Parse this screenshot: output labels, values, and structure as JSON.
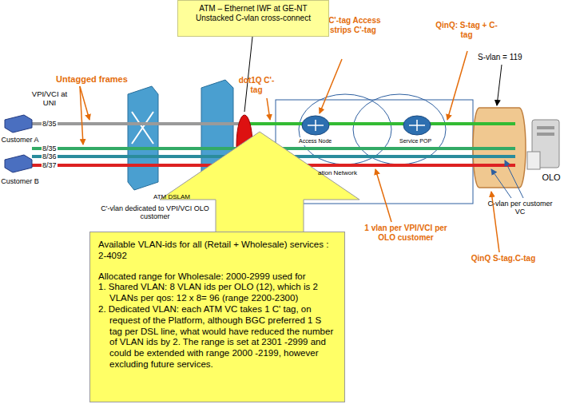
{
  "diagram": {
    "nodes": [
      {
        "text": [
          "ATM – Ethernet IWF at GE-NT Unstacked C-vlan cross-connect"
        ]
      },
      {
        "text": [
          "Available VLAN-ids for all (Retail + Wholesale) services : 2-4092",
          "Allocated range for Wholesale: 2000-2999 used for",
          "1. Shared VLAN:  8 VLAN ids per OLO (12), which is 2 VLANs per qos: 12 x 8= 96 (range 2200-2300)",
          "2. Dedicated VLAN: each ATM VC takes 1 C' tag, on request of the Platform, although BGC preferred 1 S tag per DSL line, what would have reduced the number of VLAN ids by 2. The range is set at 2301 -2999 and could be extended with range 2000 -2199, however excluding future services."
        ]
      }
    ],
    "labels": [
      "Untagged frames",
      "VPI/VCI at UNI",
      "8/35",
      "Customer A",
      "8/35",
      "8/36",
      "8/37",
      "Customer B",
      "ATM DSLAM",
      "dot1Q C'-tag",
      "dot1Q C'-tag Access Node strips C'-tag",
      "QinQ: S-tag + C-tag",
      "S-vlan = 119",
      "Access Node",
      "Service POP",
      "ation Network",
      "OLO",
      "C'-vlan dedicated to VPI/VCI OLO customer",
      "1 vlan per VPI/VCI per OLO customer",
      "C-vlan per customer VC",
      "QinQ S-tag.C-tag"
    ]
  }
}
